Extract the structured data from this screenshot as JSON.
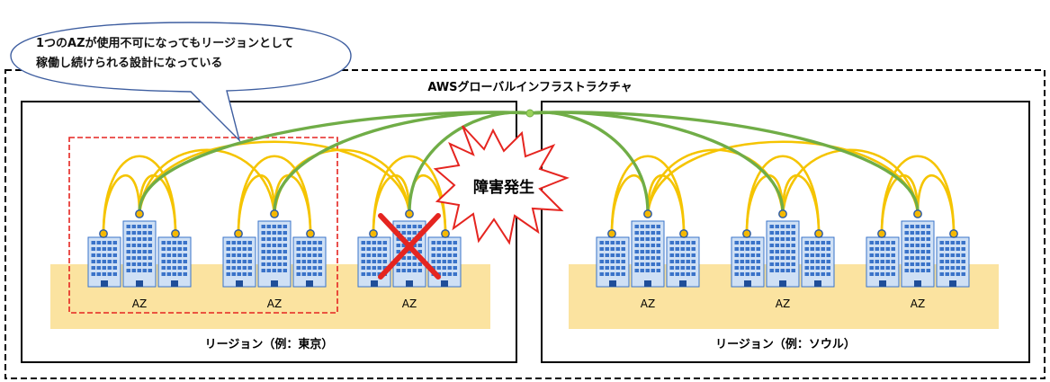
{
  "global_title": "AWSグローバルインフラストラクチャ",
  "callout": {
    "line1": "1つのAZが使用不可になってもリージョンとして",
    "line2": "稼働し続けられる設計になっている"
  },
  "alert_label": "障害発生",
  "regions": [
    {
      "label": "リージョン（例：東京）",
      "azs": [
        {
          "label": "AZ",
          "failed": false
        },
        {
          "label": "AZ",
          "failed": false
        },
        {
          "label": "AZ",
          "failed": true
        }
      ]
    },
    {
      "label": "リージョン（例：ソウル）",
      "azs": [
        {
          "label": "AZ",
          "failed": false
        },
        {
          "label": "AZ",
          "failed": false
        },
        {
          "label": "AZ",
          "failed": false
        }
      ]
    }
  ],
  "colors": {
    "az_fill": "#fbe3a0",
    "yellow_link": "#f5c400",
    "green_link": "#70ad47",
    "failure_x": "#e52520",
    "highlight_box": "#e52520",
    "building_blue": "#3a73c9",
    "building_light": "#cfe0f5",
    "node_dot": "#f5b800"
  }
}
